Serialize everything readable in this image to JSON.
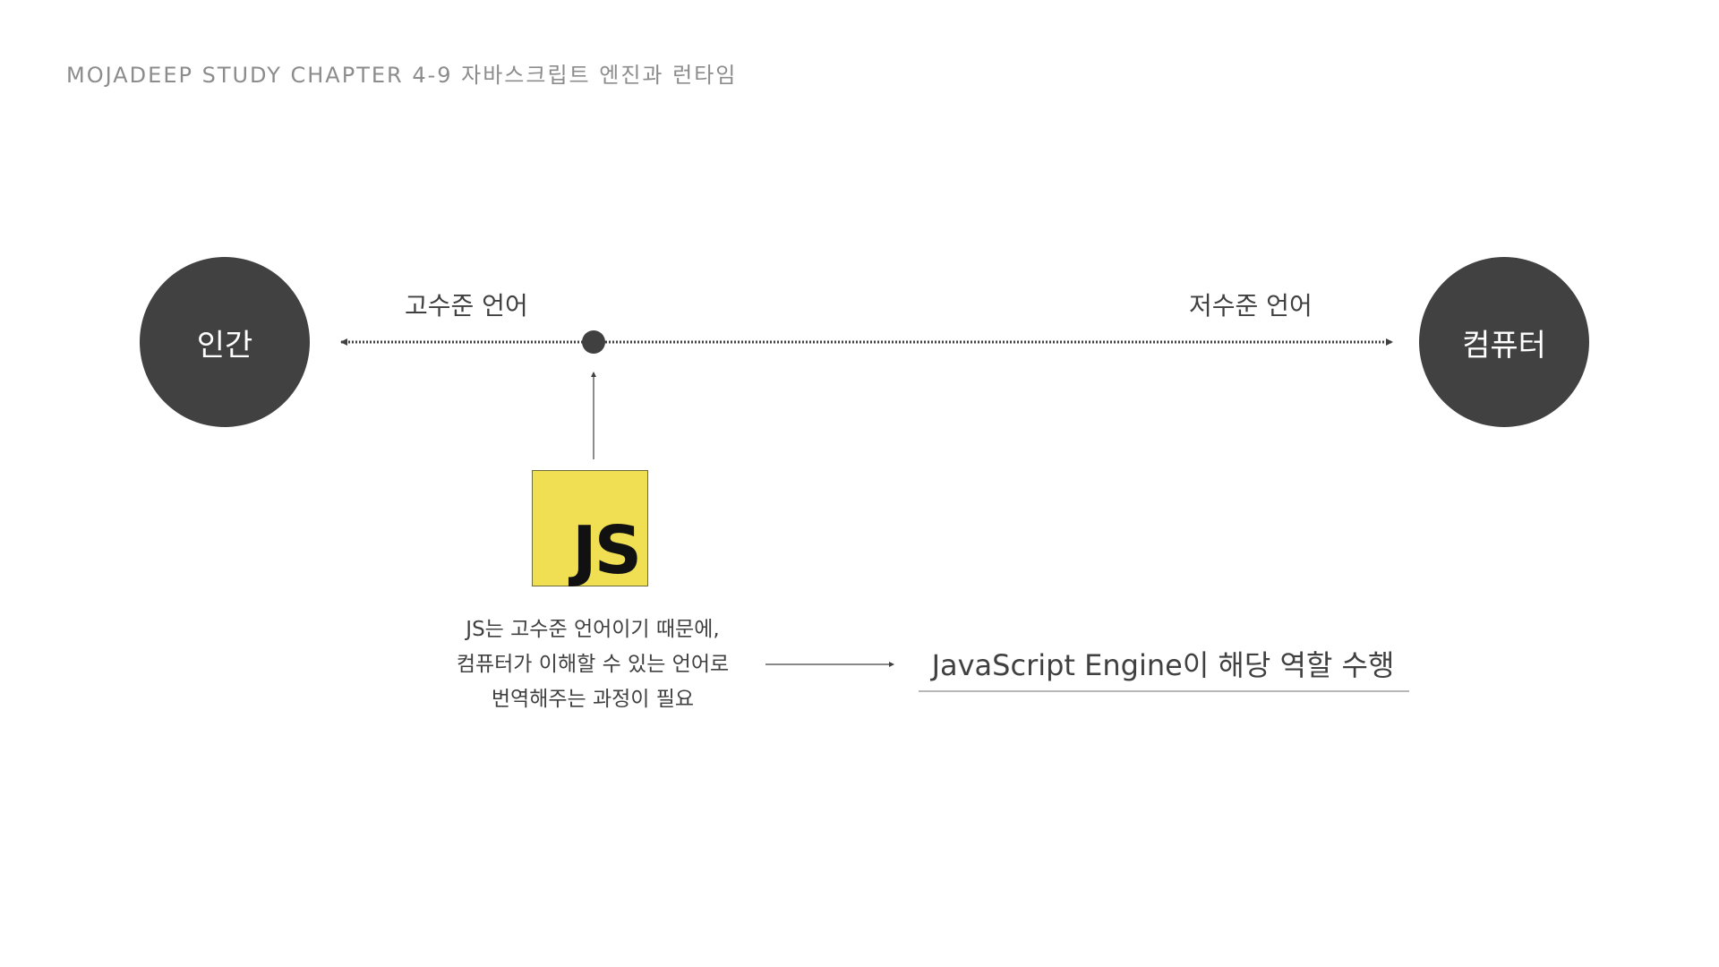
{
  "header": {
    "title": "MOJADEEP STUDY CHAPTER 4-9 자바스크립트 엔진과 런타임"
  },
  "nodes": {
    "human": "인간",
    "computer": "컴퓨터"
  },
  "scale": {
    "high_level": "고수준 언어",
    "low_level": "저수준 언어"
  },
  "js_logo": {
    "text": "JS"
  },
  "description": {
    "lines": [
      "JS는 고수준 언어이기 때문에,",
      "컴퓨터가 이해할 수 있는 언어로",
      "번역해주는 과정이 필요"
    ]
  },
  "engine": {
    "text": "JavaScript Engine이 해당 역할 수행"
  },
  "colors": {
    "circle": "#414141",
    "js_yellow": "#f0df52",
    "text": "#404040",
    "header": "#8c8c8c"
  }
}
